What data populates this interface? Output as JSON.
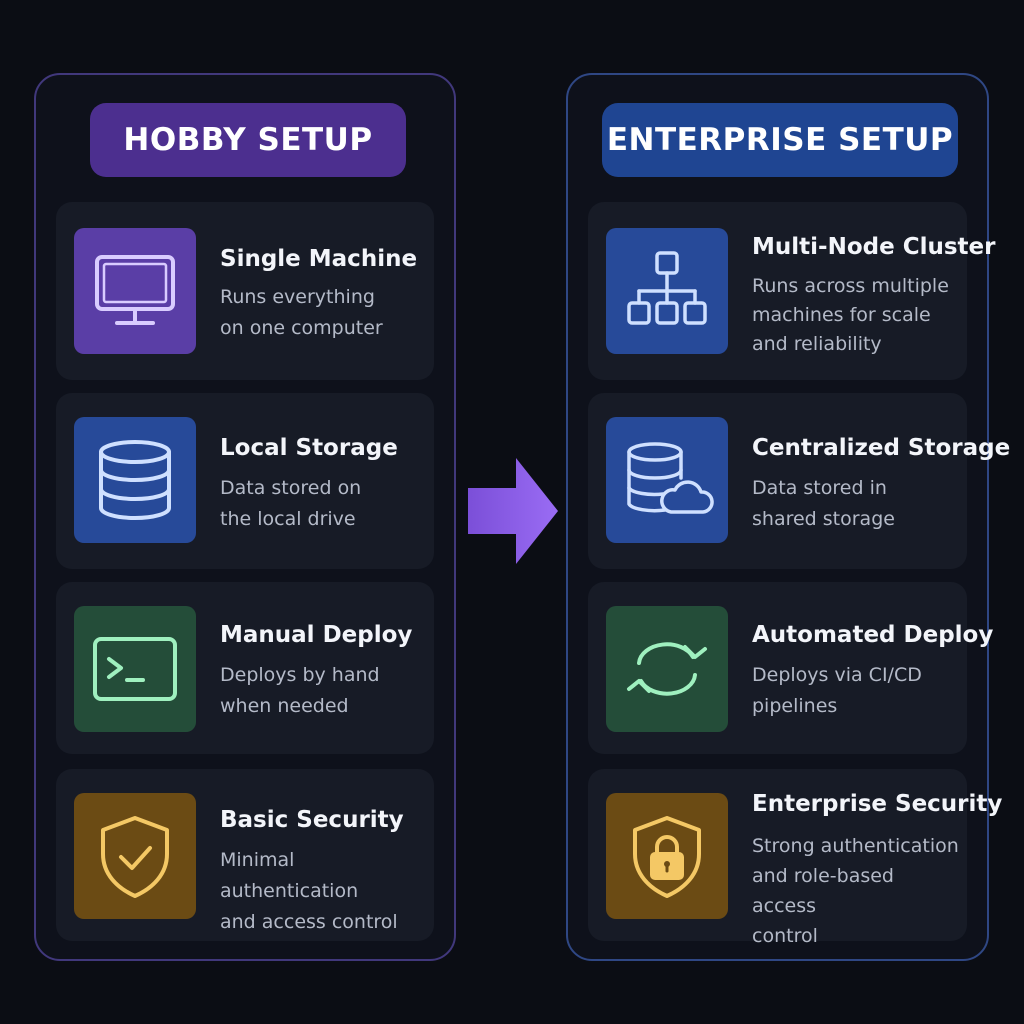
{
  "hobby": {
    "title": "HOBBY SETUP",
    "cards": [
      {
        "title": "Single Machine",
        "desc": "Runs everything\non one computer",
        "icon": "monitor-icon"
      },
      {
        "title": "Local Storage",
        "desc": "Data stored on\nthe local drive",
        "icon": "database-icon"
      },
      {
        "title": "Manual Deploy",
        "desc": "Deploys by hand\nwhen needed",
        "icon": "terminal-icon"
      },
      {
        "title": "Basic Security",
        "desc": "Minimal authentication\nand access control",
        "icon": "shield-check-icon"
      }
    ]
  },
  "enterprise": {
    "title": "ENTERPRISE SETUP",
    "cards": [
      {
        "title": "Multi-Node Cluster",
        "desc": "Runs across multiple\nmachines for scale\nand reliability",
        "icon": "cluster-icon"
      },
      {
        "title": "Centralized Storage",
        "desc": "Data stored in\nshared storage",
        "icon": "database-cloud-icon"
      },
      {
        "title": "Automated Deploy",
        "desc": "Deploys via CI/CD\npipelines",
        "icon": "sync-icon"
      },
      {
        "title": "Enterprise Security",
        "desc": "Strong authentication\nand role-based access\ncontrol",
        "icon": "shield-lock-icon"
      }
    ]
  },
  "colors": {
    "purple": "#5a3ea6",
    "blue": "#274a99",
    "green": "#244d39",
    "gold": "#6b4b14",
    "arrow": "#8e5cf0"
  }
}
